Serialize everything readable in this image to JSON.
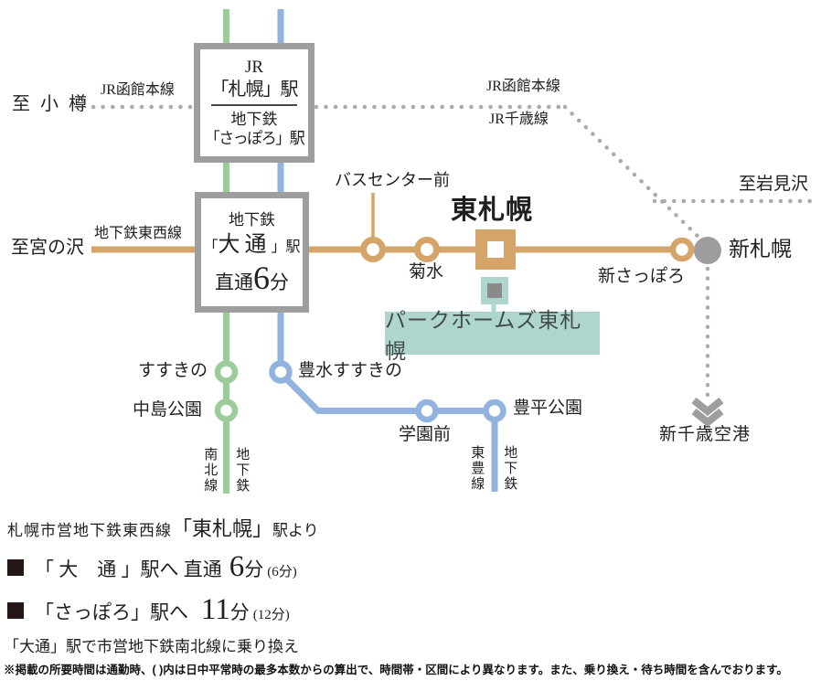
{
  "colors": {
    "tozai_orange": "#D5A469",
    "namboku_green": "#9BCD9B",
    "toho_blue": "#93B3DF",
    "jr_dotted_gray": "#ABABAB",
    "box_border_gray": "#9E9E9E",
    "property_teal": "#AFD6CE",
    "marker_dark_gray": "#8A8A8A",
    "bullet_dark": "#231815"
  },
  "map": {
    "terminals": {
      "to_otaru": "至 小 樽",
      "to_iwamizawa": "至岩見沢",
      "to_miyanosawa": "至宮の沢",
      "new_chitose_airport": "新千歳空港"
    },
    "line_labels": {
      "jr_hakodate_left": "JR函館本線",
      "jr_hakodate_right": "JR函館本線",
      "jr_chitose": "JR千歳線",
      "tozai": "地下鉄東西線",
      "namboku_vertical": "南北線",
      "namboku_subway_vertical": "地下鉄",
      "toho_vertical": "東豊線",
      "toho_subway_vertical": "地下鉄"
    },
    "sapporo_box": {
      "line1": "JR",
      "line2": "「札幌」駅",
      "line3": "地下鉄",
      "line4": "「さっぽろ」駅"
    },
    "odori_box": {
      "line1": "地下鉄",
      "l2_open": "「",
      "l2_name": "大通",
      "l2_close": "」駅",
      "l3_label": "直通",
      "l3_num": "6",
      "l3_unit": "分"
    },
    "stations": {
      "bus_center_mae": "バスセンター前",
      "kikusui": "菊水",
      "higashi_sapporo": "東札幌",
      "shin_sapporo_subway": "新さっぽろ",
      "shin_sapporo_jr": "新札幌",
      "susukino": "すすきの",
      "nakajima_koen": "中島公園",
      "hosui_susukino": "豊水すすきの",
      "gakuen_mae": "学園前",
      "toyohira_koen": "豊平公園"
    },
    "property_label": "パークホームズ東札幌"
  },
  "info": {
    "heading": {
      "pre": "札幌市営地下鉄東西線",
      "station": "「東札幌」",
      "post": "駅より"
    },
    "route1": {
      "dest": "「 大　通 」駅へ 直通",
      "num": "6",
      "unit": "分",
      "paren": "(6分)"
    },
    "route2": {
      "dest": "「さっぽろ」駅へ",
      "num": "11",
      "unit": "分",
      "paren": "(12分)"
    },
    "transfer_note": "「大通」駅で市営地下鉄南北線に乗り換え",
    "footnote": "※掲載の所要時間は通勤時、( )内は日中平常時の最多本数からの算出で、時間帯・区間により異なります。また、乗り換え・待ち時間を含んでおります。"
  }
}
